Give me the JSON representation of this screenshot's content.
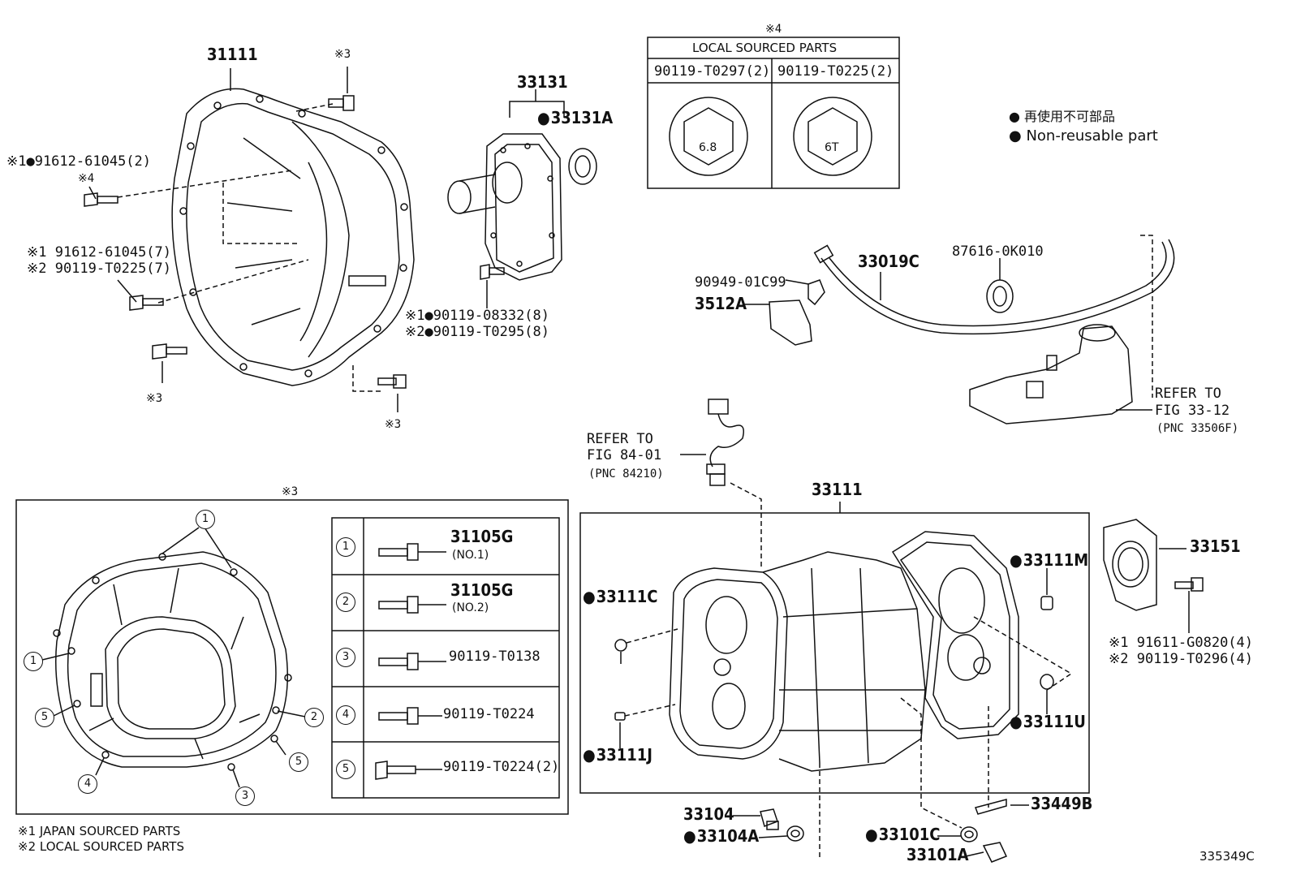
{
  "non_reusable_legend": {
    "jp": "再使用不可部品",
    "en": "Non-reusable part"
  },
  "notes": {
    "n1": "※1 JAPAN SOURCED PARTS",
    "n2": "※2 LOCAL SOURCED PARTS"
  },
  "figure_id": "335349C",
  "local_sourced_box": {
    "mark": "※4",
    "title": "LOCAL SOURCED PARTS",
    "col1": "90119-T0297(2)",
    "col2": "90119-T0225(2)",
    "head1": "6.8",
    "head2": "6T"
  },
  "bolt_box": {
    "mark": "※3",
    "rows": [
      {
        "n": "1",
        "part": "31105G",
        "sub": "(NO.1)"
      },
      {
        "n": "2",
        "part": "31105G",
        "sub": "(NO.2)"
      },
      {
        "n": "3",
        "part": "90119-T0138",
        "sub": ""
      },
      {
        "n": "4",
        "part": "90119-T0224",
        "sub": ""
      },
      {
        "n": "5",
        "part": "90119-T0224(2)",
        "sub": ""
      }
    ],
    "housing_marks": [
      "1",
      "1",
      "1",
      "2",
      "3",
      "4",
      "5",
      "5"
    ]
  },
  "labels": {
    "p31111": "31111",
    "m3a": "※3",
    "m3b": "※3",
    "m3c": "※3",
    "p91612a": "※1●91612-61045(2)",
    "m4": "※4",
    "p91612b_1": "※1 91612-61045(7)",
    "p91612b_2": "※2 90119-T0225(7)",
    "p33131": "33131",
    "p33131A": "33131A",
    "p90119_1": "※1●90119-08332(8)",
    "p90119_2": "※2●90119-T0295(8)",
    "p33019C": "33019C",
    "p87616": "87616-0K010",
    "p90949": "90949-01C99",
    "p3512A": "3512A",
    "refer33_1": "REFER TO",
    "refer33_2": "FIG 33-12",
    "refer33_3": "(PNC 33506F)",
    "refer84_1": "REFER TO",
    "refer84_2": "FIG 84-01",
    "refer84_3": "(PNC 84210)",
    "p33111": "33111",
    "p33111M": "33111M",
    "p33111C": "33111C",
    "p33111U": "33111U",
    "p33111J": "33111J",
    "p33151": "33151",
    "p91611_1": "※1 91611-G0820(4)",
    "p91611_2": "※2 90119-T0296(4)",
    "p33104": "33104",
    "p33104A": "33104A",
    "p33449B": "33449B",
    "p33101C": "33101C",
    "p33101A": "33101A"
  }
}
